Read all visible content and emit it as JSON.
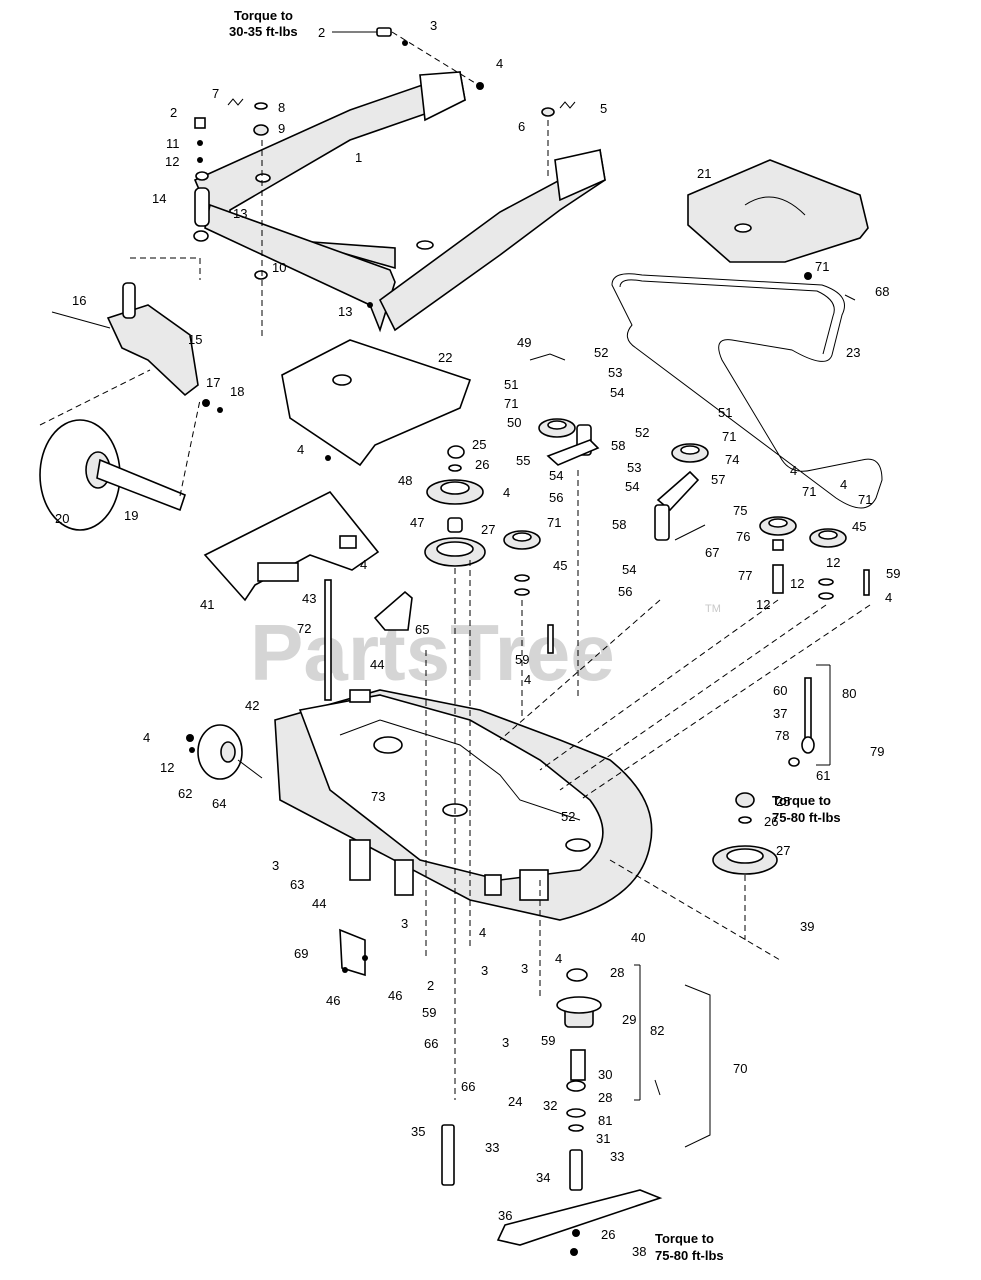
{
  "watermark": "PartsTree",
  "trademark": "TM",
  "notes": {
    "torque_top": [
      "Torque to",
      "30-35 ft-lbs"
    ],
    "torque_right": [
      "Torque to",
      "75-80 ft-lbs"
    ],
    "torque_bottom": [
      "Torque to",
      "75-80 ft-lbs"
    ]
  },
  "callouts": [
    "2",
    "3",
    "4",
    "7",
    "8",
    "9",
    "5",
    "6",
    "2",
    "11",
    "12",
    "14",
    "13",
    "1",
    "10",
    "13",
    "21",
    "71",
    "68",
    "16",
    "15",
    "17",
    "18",
    "22",
    "23",
    "49",
    "52",
    "53",
    "54",
    "51",
    "71",
    "50",
    "58",
    "55",
    "54",
    "56",
    "4",
    "25",
    "26",
    "20",
    "19",
    "48",
    "47",
    "27",
    "52",
    "53",
    "54",
    "51",
    "71",
    "74",
    "57",
    "58",
    "67",
    "54",
    "56",
    "4",
    "71",
    "45",
    "4",
    "71",
    "75",
    "76",
    "77",
    "12",
    "45",
    "4",
    "71",
    "12",
    "12",
    "59",
    "4",
    "41",
    "43",
    "4",
    "72",
    "65",
    "44",
    "59",
    "4",
    "60",
    "80",
    "37",
    "78",
    "61",
    "79",
    "42",
    "4",
    "12",
    "62",
    "64",
    "73",
    "25",
    "26",
    "27",
    "52",
    "3",
    "63",
    "40",
    "39",
    "44",
    "69",
    "46",
    "46",
    "3",
    "2",
    "4",
    "59",
    "3",
    "66",
    "3",
    "4",
    "59",
    "28",
    "29",
    "82",
    "70",
    "3",
    "66",
    "24",
    "30",
    "28",
    "32",
    "81",
    "31",
    "35",
    "33",
    "33",
    "34",
    "36",
    "26",
    "38"
  ]
}
